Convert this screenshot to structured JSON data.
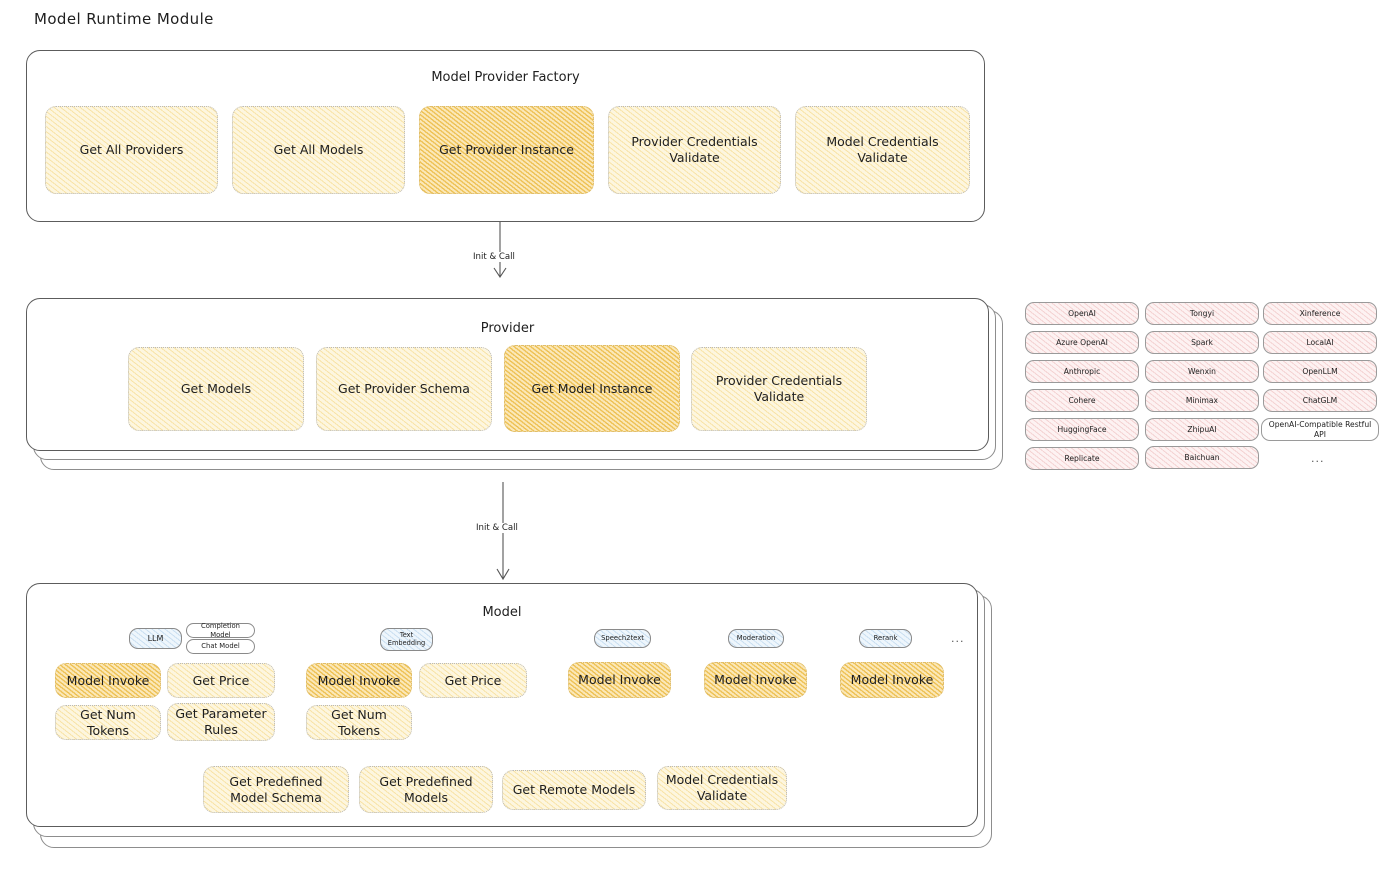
{
  "page": {
    "title": "Model Runtime Module"
  },
  "factory": {
    "title": "Model Provider Factory",
    "nodes": [
      {
        "label": "Get All Providers",
        "highlighted": false
      },
      {
        "label": "Get All Models",
        "highlighted": false
      },
      {
        "label": "Get Provider Instance",
        "highlighted": true
      },
      {
        "label": "Provider Credentials Validate",
        "highlighted": false
      },
      {
        "label": "Model Credentials Validate",
        "highlighted": false
      }
    ]
  },
  "arrows": [
    {
      "label": "Init & Call"
    },
    {
      "label": "Init & Call"
    }
  ],
  "provider": {
    "title": "Provider",
    "nodes": [
      {
        "label": "Get Models",
        "highlighted": false
      },
      {
        "label": "Get Provider Schema",
        "highlighted": false
      },
      {
        "label": "Get Model Instance",
        "highlighted": true
      },
      {
        "label": "Provider Credentials Validate",
        "highlighted": false
      }
    ]
  },
  "provider_list": {
    "columns": [
      [
        "OpenAI",
        "Azure OpenAI",
        "Anthropic",
        "Cohere",
        "HuggingFace",
        "Replicate"
      ],
      [
        "Tongyi",
        "Spark",
        "Wenxin",
        "Minimax",
        "ZhipuAI",
        "Baichuan"
      ],
      [
        "Xinference",
        "LocalAI",
        "OpenLLM",
        "ChatGLM",
        "OpenAI-Compatible Restful API"
      ]
    ],
    "more": "..."
  },
  "model": {
    "title": "Model",
    "more": "...",
    "types": [
      {
        "badge": "LLM",
        "sub_badges": [
          "Completion Model",
          "Chat Model"
        ],
        "nodes": [
          {
            "label": "Model Invoke",
            "highlighted": true
          },
          {
            "label": "Get Price",
            "highlighted": false
          },
          {
            "label": "Get Num Tokens",
            "highlighted": false
          },
          {
            "label": "Get Parameter Rules",
            "highlighted": false
          }
        ]
      },
      {
        "badge": "Text Embedding",
        "sub_badges": [],
        "nodes": [
          {
            "label": "Model Invoke",
            "highlighted": true
          },
          {
            "label": "Get Price",
            "highlighted": false
          },
          {
            "label": "Get Num Tokens",
            "highlighted": false
          }
        ]
      },
      {
        "badge": "Speech2text",
        "sub_badges": [],
        "nodes": [
          {
            "label": "Model Invoke",
            "highlighted": true
          }
        ]
      },
      {
        "badge": "Moderation",
        "sub_badges": [],
        "nodes": [
          {
            "label": "Model Invoke",
            "highlighted": true
          }
        ]
      },
      {
        "badge": "Rerank",
        "sub_badges": [],
        "nodes": [
          {
            "label": "Model Invoke",
            "highlighted": true
          }
        ]
      }
    ],
    "common_nodes": [
      {
        "label": "Get Predefined Model Schema"
      },
      {
        "label": "Get Predefined Models"
      },
      {
        "label": "Get Remote Models"
      },
      {
        "label": "Model Credentials Validate"
      }
    ]
  },
  "colors": {
    "highlight_fill": "#fbe8b8",
    "node_fill": "#fdf6df",
    "provider_fill": "#fdf2f2",
    "badge_fill": "#eef6fc",
    "stroke": "#5c5c5c",
    "text": "#1e1e1e"
  }
}
